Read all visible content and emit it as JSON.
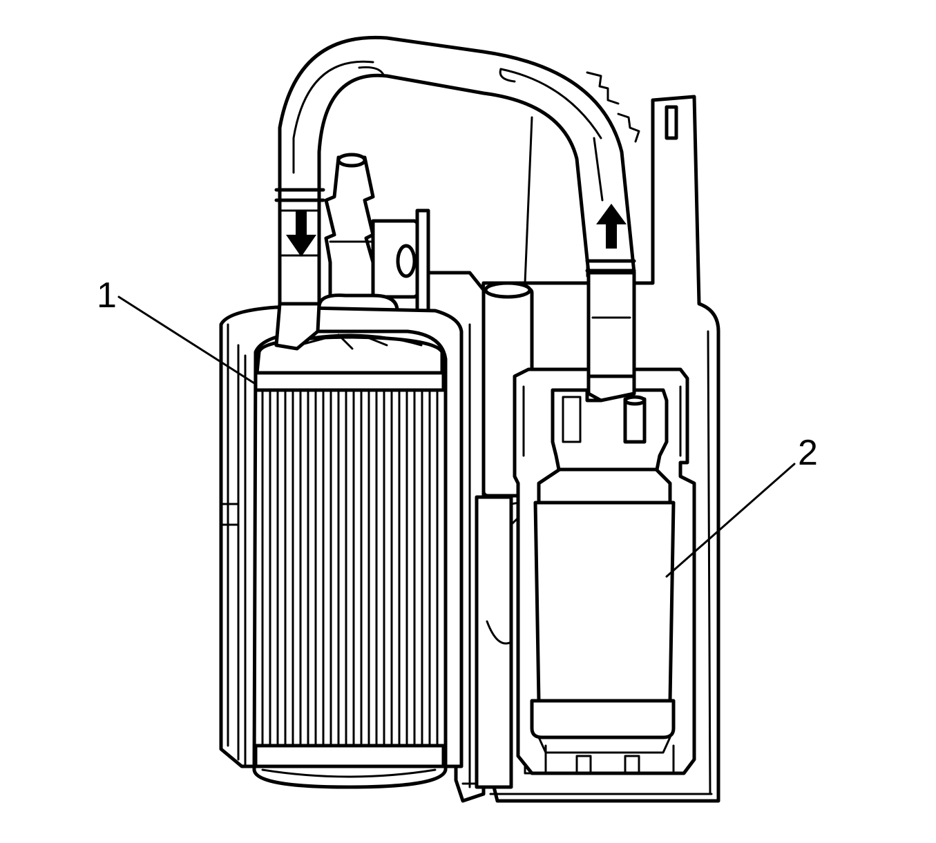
{
  "diagram": {
    "callouts": [
      {
        "id": 1,
        "label": "1"
      },
      {
        "id": 2,
        "label": "2"
      }
    ],
    "colors": {
      "line": "#000000",
      "background": "#ffffff"
    },
    "flow_arrows": [
      {
        "name": "flow-arrow-down-icon",
        "direction": "down"
      },
      {
        "name": "flow-arrow-up-icon",
        "direction": "up"
      }
    ]
  }
}
